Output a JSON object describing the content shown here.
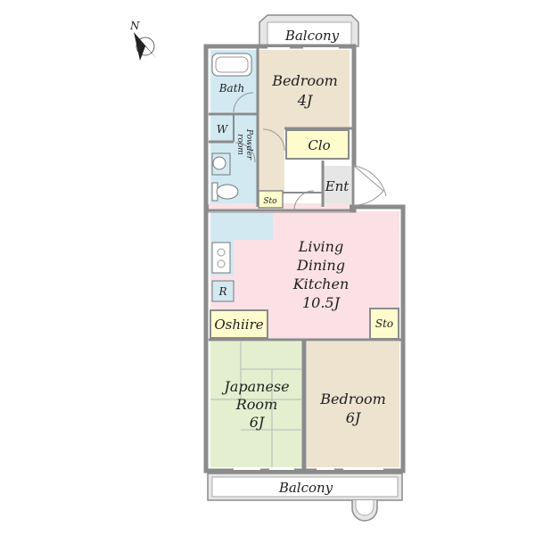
{
  "compass": {
    "north_label": "N"
  },
  "balcony_top": {
    "label": "Balcony"
  },
  "bedroom_top": {
    "name": "Bedroom",
    "size": "4J"
  },
  "bath": {
    "label": "Bath"
  },
  "washer": {
    "label": "W"
  },
  "powder_room": {
    "label_line1": "Powder",
    "label_line2": "room"
  },
  "closet": {
    "label": "Clo"
  },
  "entrance": {
    "label": "Ent"
  },
  "storage_small": {
    "label": "Sto"
  },
  "ldk": {
    "line1": "Living",
    "line2": "Dining",
    "line3": "Kitchen",
    "size": "10.5J"
  },
  "refrigerator": {
    "label": "R"
  },
  "oshiire": {
    "label": "Oshiire"
  },
  "storage_right": {
    "label": "Sto"
  },
  "japanese_room": {
    "line1": "Japanese",
    "line2": "Room",
    "size": "6J"
  },
  "bedroom_bottom": {
    "name": "Bedroom",
    "size": "6J"
  },
  "balcony_bottom": {
    "label": "Balcony"
  },
  "colors": {
    "bedroom": "#ede3cf",
    "wet_area": "#d2e9f2",
    "ldk": "#fbe1e6",
    "japanese_room": "#e3efcf",
    "storage": "#fefccc",
    "entrance": "#e6e6e6",
    "wall": "#8b8b8b"
  }
}
